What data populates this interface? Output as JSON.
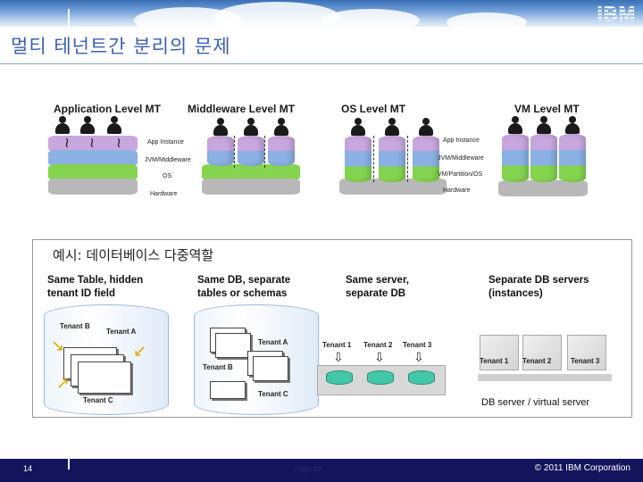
{
  "header": {
    "logo_text": "IBM"
  },
  "title": "멀티 테넌트간 분리의 문제",
  "top_diagram": {
    "sections": [
      "Application Level  MT",
      "Middleware Level  MT",
      "OS Level  MT",
      "VM Level MT"
    ],
    "left_labels": [
      "App Instance",
      "JVM/Middleware",
      "OS",
      "Hardware"
    ],
    "right_labels": [
      "App Instance",
      "JVM/Middleware",
      "VM/Partition/OS",
      "Hardware"
    ]
  },
  "example": {
    "title": "예시: 데이터베이스 다중역할",
    "columns": [
      {
        "line1": "Same Table, hidden",
        "line2": "tenant ID field"
      },
      {
        "line1": "Same DB, separate",
        "line2": "tables or schemas"
      },
      {
        "line1": "Same server,",
        "line2": "separate DB"
      },
      {
        "line1": "Separate DB servers",
        "line2": "(instances)"
      }
    ],
    "col1_tenants": [
      "Tenant B",
      "Tenant A",
      "Tenant C"
    ],
    "col2_tenants": [
      "Tenant A",
      "Tenant B",
      "Tenant C"
    ],
    "col3_tenants": [
      "Tenant 1",
      "Tenant 2",
      "Tenant 3"
    ],
    "col4_tenants": [
      "Tenant 1",
      "Tenant 2",
      "Tenant 3"
    ],
    "server_caption": "DB server / virtual server"
  },
  "footer": {
    "page_number": "14",
    "center_text": "Page 14",
    "copyright": "© 2011 IBM Corporation"
  },
  "colors": {
    "app_layer": "#c8a7de",
    "jvm_layer": "#8ab0e4",
    "os_layer": "#84d44f",
    "hardware_layer": "#b8b8b8",
    "title": "#3b5fae",
    "footer_bg": "#14145c"
  }
}
